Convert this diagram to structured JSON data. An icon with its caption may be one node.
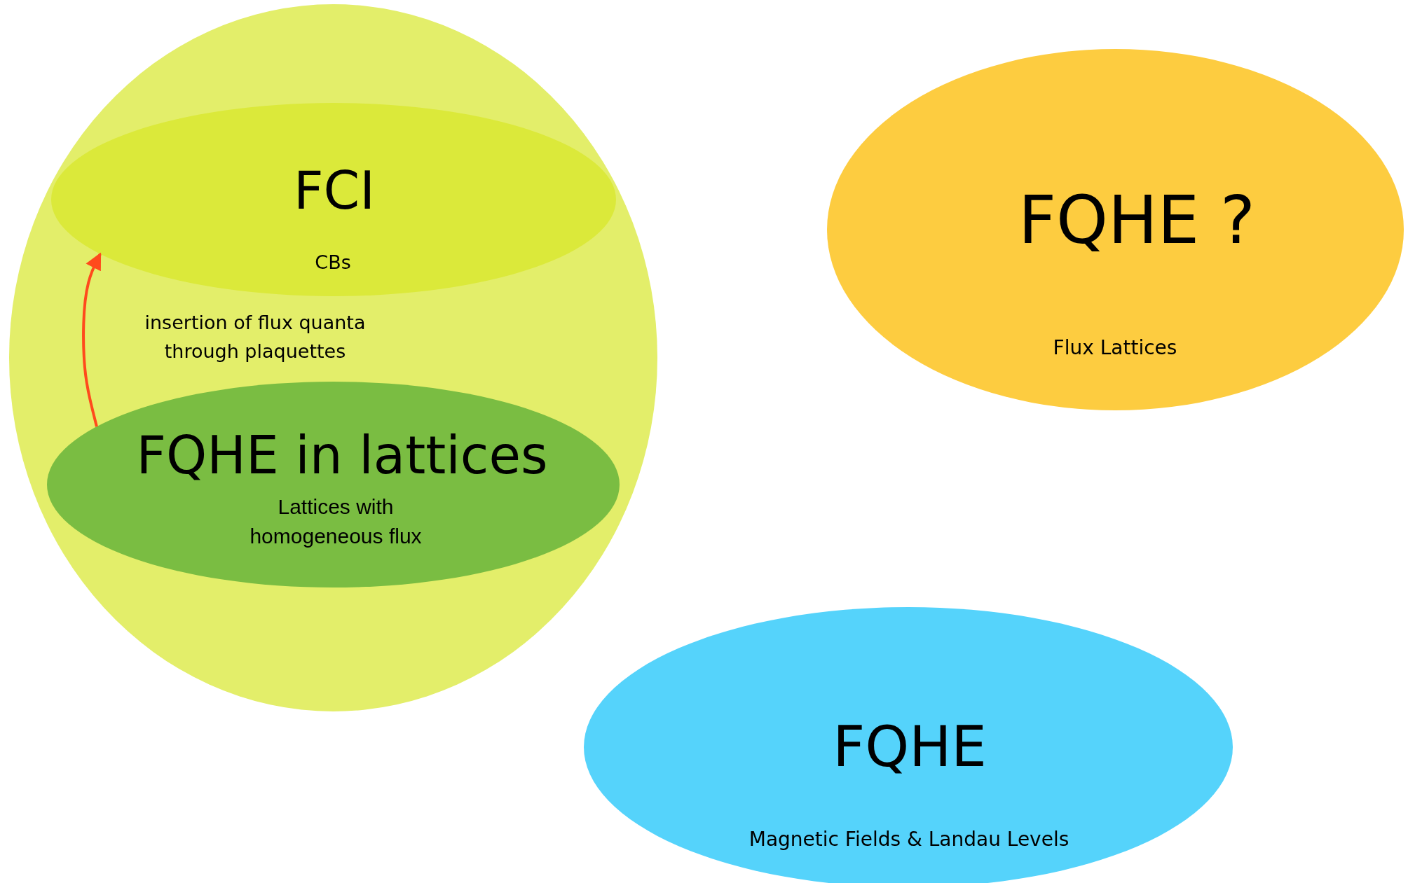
{
  "diagram": {
    "nodes": [
      {
        "text": [],
        "shape": "circle"
      },
      {
        "text": [
          "FCI",
          "CBs"
        ],
        "in": 0
      },
      {
        "text": [
          "FQHE in lattices",
          "Lattices with homogeneous flux"
        ],
        "in": 0
      },
      {
        "text": [
          "FQHE ?",
          "Flux Lattices"
        ]
      },
      {
        "text": [
          "FQHE",
          "Magnetic Fields & Landau Levels"
        ]
      }
    ],
    "edges": [
      {
        "from": 2,
        "to": 1,
        "arrow": "to",
        "label": "insertion of flux quanta through plaquettes"
      }
    ]
  }
}
